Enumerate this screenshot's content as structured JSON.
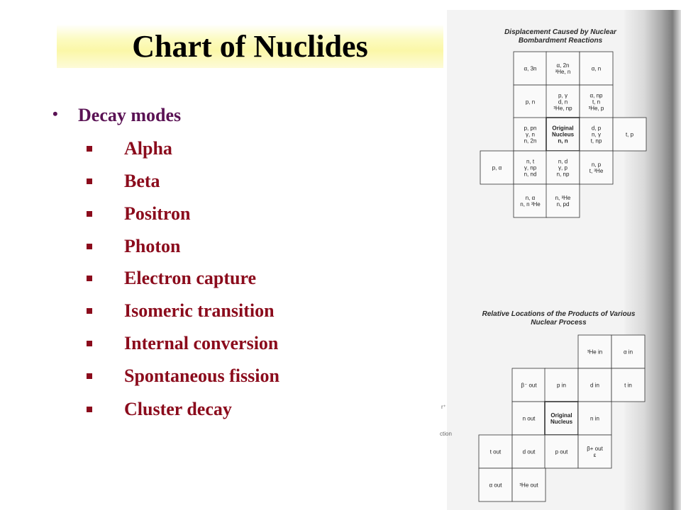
{
  "slide": {
    "title": "Chart of Nuclides",
    "main_bullet": "Decay modes",
    "sub_items": [
      "Alpha",
      "Beta",
      "Positron",
      "Photon",
      "Electron capture",
      "Isomeric transition",
      "Internal conversion",
      "Spontaneous fission",
      "Cluster decay"
    ],
    "colors": {
      "title": "#000000",
      "main_bullet": "#5a1254",
      "sub_items": "#8b0b1c",
      "title_band": "#fbf7a8"
    }
  },
  "figure_top": {
    "caption_line1": "Displacement Caused by Nuclear",
    "caption_line2": "Bombardment Reactions",
    "cells": [
      [
        "α, 3n"
      ],
      [
        "α, 2n",
        "³He, n"
      ],
      [
        "α, n"
      ],
      [
        "p, n"
      ],
      [
        "p, γ",
        "d, n",
        "³He, np"
      ],
      [
        "α, np",
        "t, n",
        "³He, p"
      ],
      [
        "p, pn",
        "γ, n",
        "n, 2n"
      ],
      [
        "Original",
        "Nucleus",
        "n, n"
      ],
      [
        "d, p",
        "n, γ",
        "t, np"
      ],
      [
        "t, p"
      ],
      [
        "p, α"
      ],
      [
        "n, t",
        "γ, np",
        "n, nd"
      ],
      [
        "n, d",
        "γ, p",
        "n, np"
      ],
      [
        "n, p",
        "t, ³He"
      ],
      [
        "n, α",
        "n, n ³He"
      ],
      [
        "n, ³He",
        "n, pd"
      ]
    ]
  },
  "figure_bottom": {
    "caption_line1": "Relative Locations of the Products of Various",
    "caption_line2": "Nuclear Process",
    "cells": [
      [
        "³He in"
      ],
      [
        "α in"
      ],
      [
        "β⁻ out"
      ],
      [
        "p in"
      ],
      [
        "d in"
      ],
      [
        "t in"
      ],
      [
        "n out"
      ],
      [
        "Original",
        "Nucleus"
      ],
      [
        "n in"
      ],
      [
        "t out"
      ],
      [
        "d out"
      ],
      [
        "p out"
      ],
      [
        "β+ out",
        "ε"
      ],
      [
        "α out"
      ],
      [
        "³He out"
      ]
    ]
  },
  "margin_fragments": [
    "r⁺",
    "ction"
  ]
}
